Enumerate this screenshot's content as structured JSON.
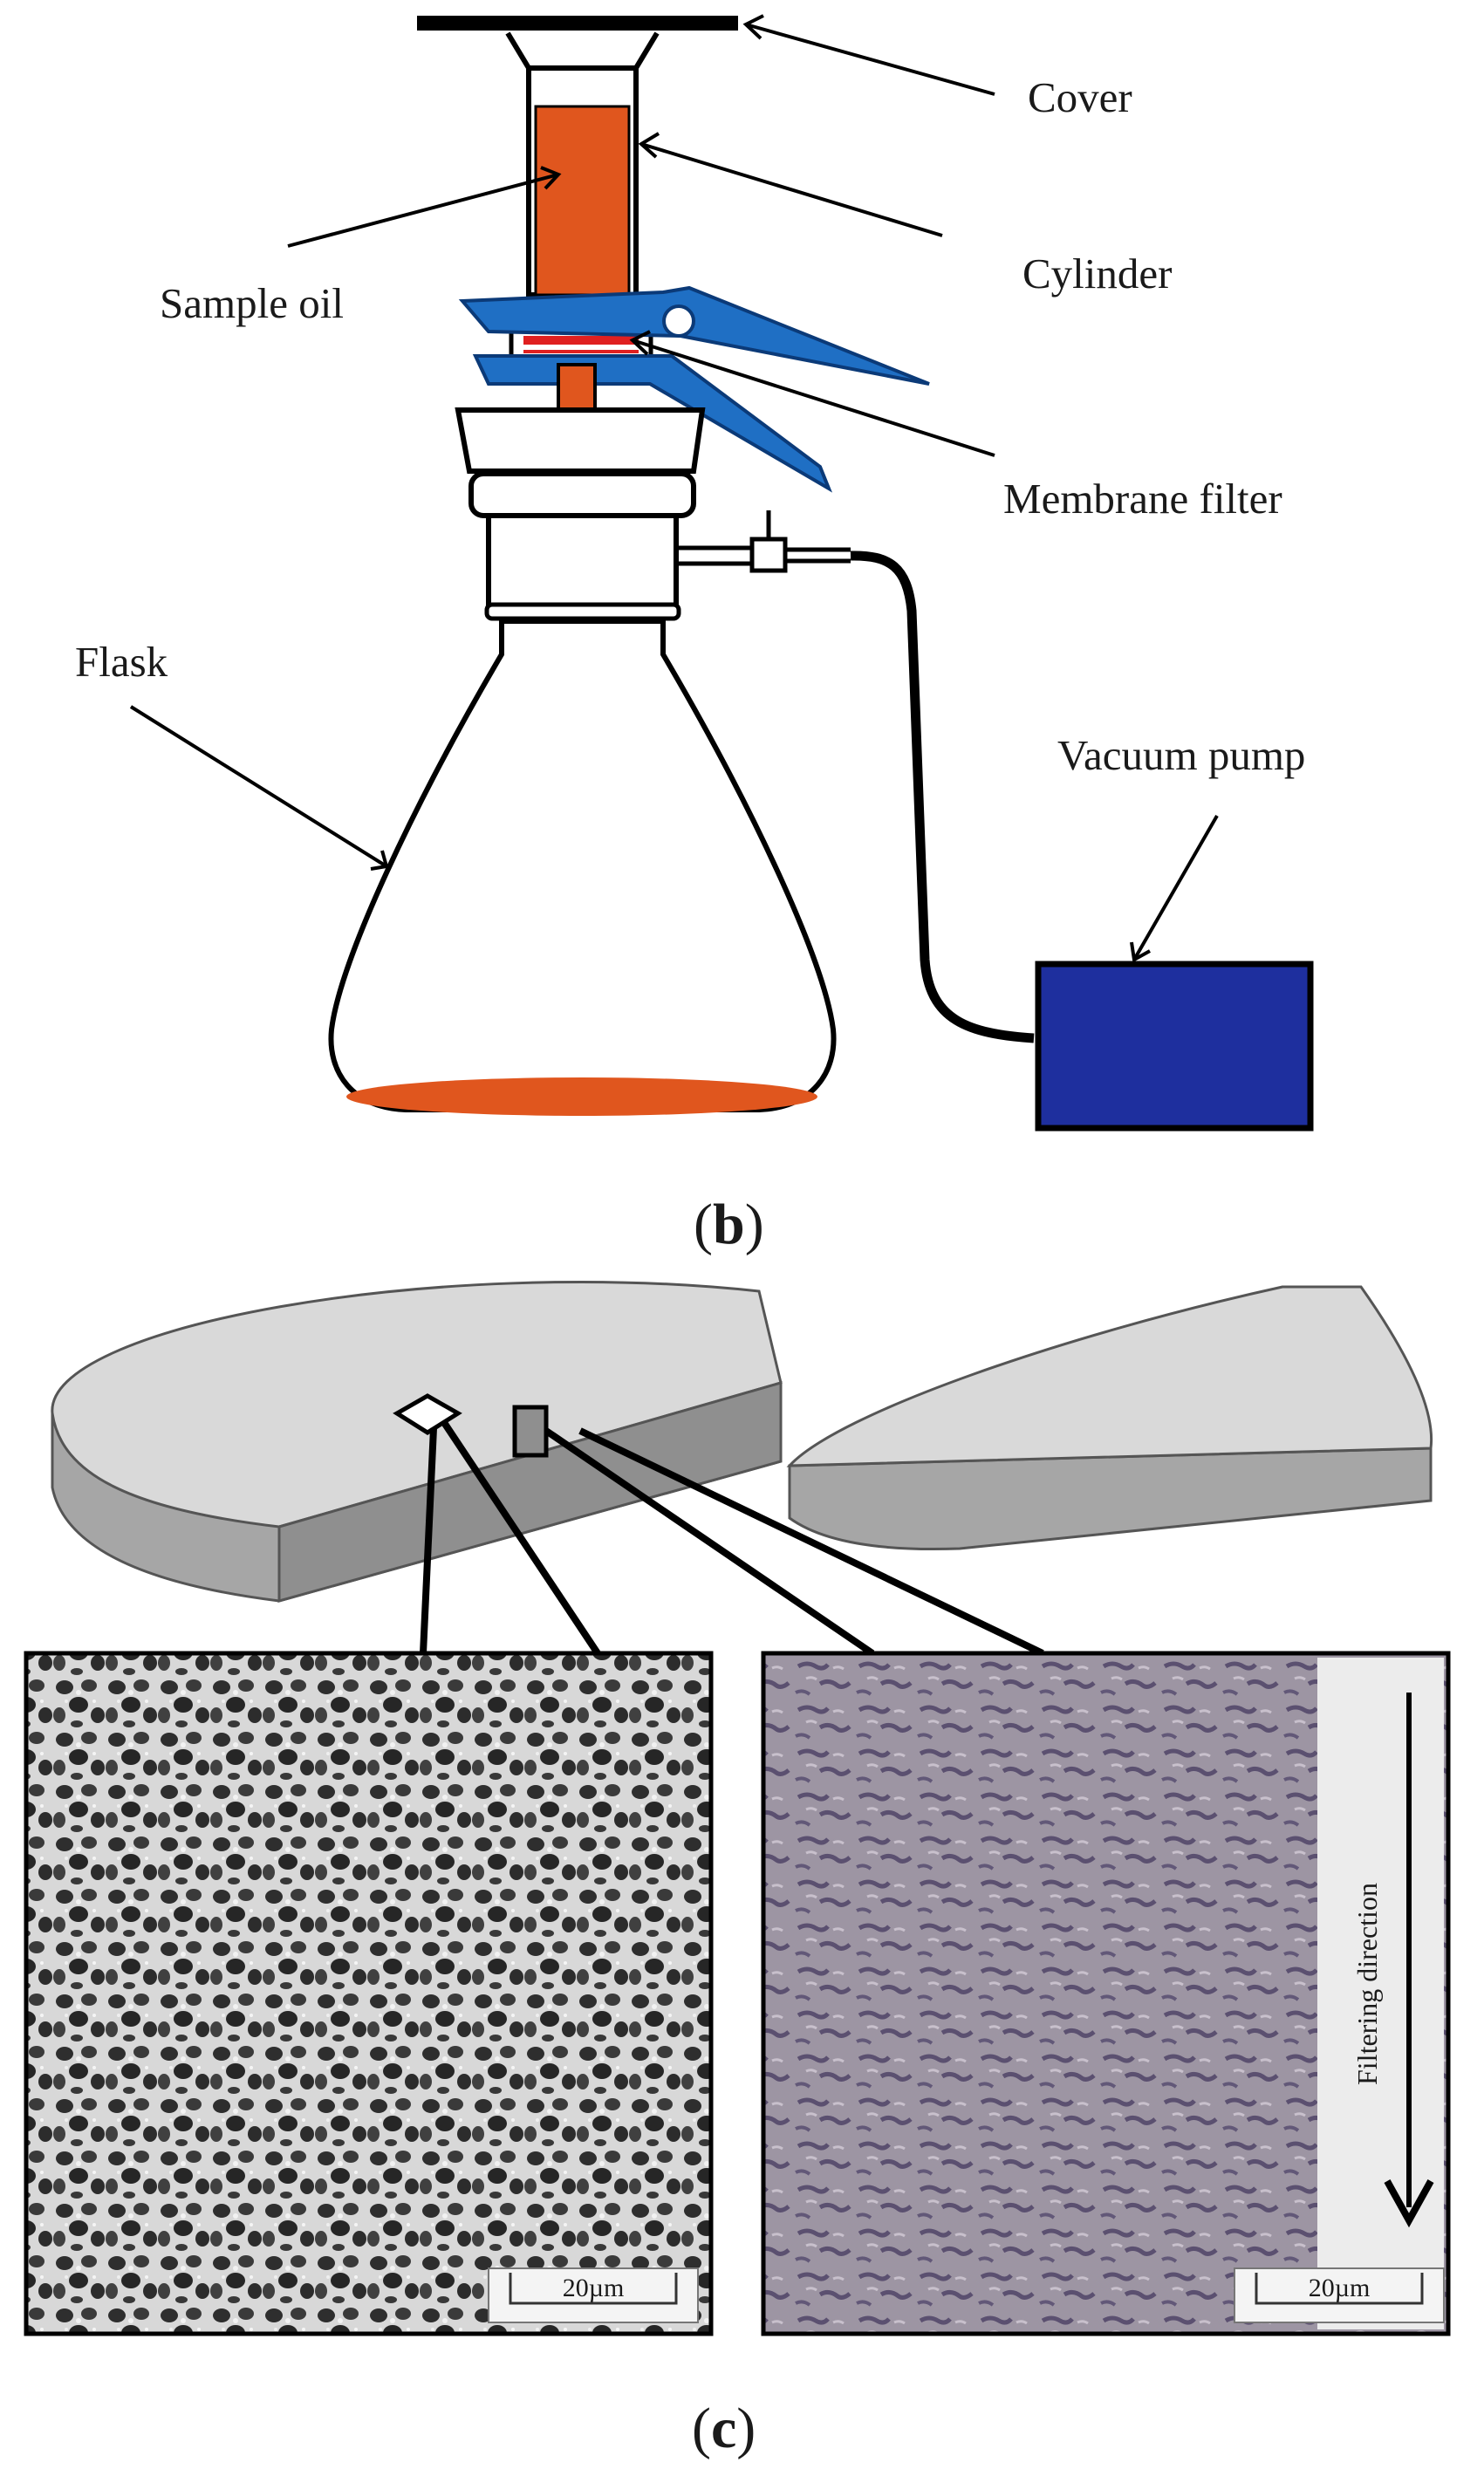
{
  "panel_b": {
    "label_open": "(",
    "label_letter": "b",
    "label_close": ")",
    "labels": {
      "cover": "Cover",
      "cylinder": "Cylinder",
      "sample_oil": "Sample oil",
      "membrane_filter": "Membrane filter",
      "flask": "Flask",
      "vacuum_pump": "Vacuum pump"
    },
    "colors": {
      "oil": "#e0561e",
      "clamp": "#1f6fc4",
      "pump": "#1e2f9e",
      "filter_red": "#e02020",
      "outline": "#000000"
    }
  },
  "panel_c": {
    "label_open": "(",
    "label_letter": "c",
    "label_close": ")",
    "scale_left": "20µm",
    "scale_right": "20µm",
    "filtering_direction": "Filtering direction",
    "colors": {
      "disc_top": "#d9d9d9",
      "disc_side": "#a6a6a6",
      "sem_dark": "#3a3a3a",
      "sem_light": "#e6e6e6",
      "cross_section_bg": "#9b93a0",
      "cross_section_pores": "#5a5070"
    }
  }
}
